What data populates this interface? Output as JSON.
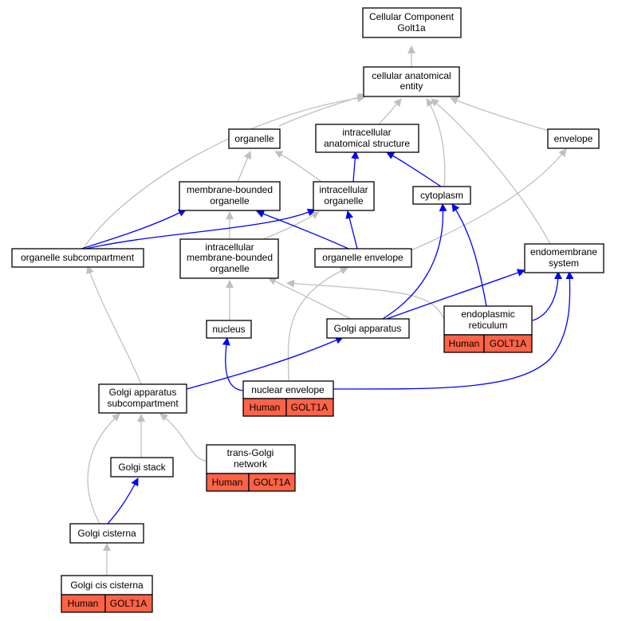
{
  "colors": {
    "is_a_edge": "#c0c0c0",
    "part_of_edge": "#0000ff",
    "annotation_fill": "#ff6347",
    "node_fill": "#ffffff",
    "node_stroke": "#000000"
  },
  "nodes": {
    "cellular_component": {
      "line1": "Cellular Component",
      "line2": "Golt1a"
    },
    "cellular_anatomical_entity": {
      "line1": "cellular anatomical",
      "line2": "entity"
    },
    "organelle": {
      "line1": "organelle"
    },
    "intracellular_anatomical_structure": {
      "line1": "intracellular",
      "line2": "anatomical structure"
    },
    "envelope": {
      "line1": "envelope"
    },
    "membrane_bounded_organelle": {
      "line1": "membrane-bounded",
      "line2": "organelle"
    },
    "intracellular_organelle": {
      "line1": "intracellular",
      "line2": "organelle"
    },
    "cytoplasm": {
      "line1": "cytoplasm"
    },
    "organelle_subcompartment": {
      "line1": "organelle subcompartment"
    },
    "intracellular_membrane_bounded_organelle": {
      "line1": "intracellular",
      "line2": "membrane-bounded",
      "line3": "organelle"
    },
    "organelle_envelope": {
      "line1": "organelle envelope"
    },
    "endomembrane_system": {
      "line1": "endomembrane",
      "line2": "system"
    },
    "endoplasmic_reticulum": {
      "line1": "endoplasmic",
      "line2": "reticulum",
      "species": "Human",
      "gene": "GOLT1A"
    },
    "nucleus": {
      "line1": "nucleus"
    },
    "golgi_apparatus": {
      "line1": "Golgi apparatus"
    },
    "nuclear_envelope": {
      "line1": "nuclear envelope",
      "species": "Human",
      "gene": "GOLT1A"
    },
    "golgi_apparatus_subcompartment": {
      "line1": "Golgi apparatus",
      "line2": "subcompartment"
    },
    "trans_golgi_network": {
      "line1": "trans-Golgi",
      "line2": "network",
      "species": "Human",
      "gene": "GOLT1A"
    },
    "golgi_stack": {
      "line1": "Golgi stack"
    },
    "golgi_cisterna": {
      "line1": "Golgi cisterna"
    },
    "golgi_cis_cisterna": {
      "line1": "Golgi cis cisterna",
      "species": "Human",
      "gene": "GOLT1A"
    }
  }
}
